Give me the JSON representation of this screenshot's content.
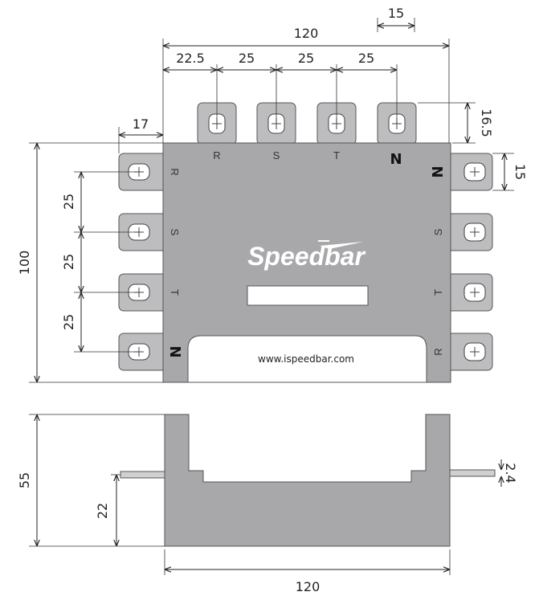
{
  "colors": {
    "body": "#a8a8aa",
    "lug": "#bdbdbf",
    "line": "#222222",
    "brand": "#ffffff"
  },
  "brand": {
    "name": "Speedbar",
    "url": "www.ispeedbar.com"
  },
  "top_view": {
    "top_terminals": [
      "R",
      "S",
      "T",
      "N"
    ],
    "left_terminals": [
      "R",
      "S",
      "T",
      "N"
    ],
    "right_terminals": [
      "N",
      "S",
      "T",
      "R"
    ],
    "dimensions": {
      "overall_width": "120",
      "lug_width": "15",
      "first_pitch": "22.5",
      "pitch_1": "25",
      "pitch_2": "25",
      "pitch_3": "25",
      "lug_projection_top": "16.5",
      "lug_projection_side": "17",
      "side_lug_width": "15",
      "overall_height": "100",
      "side_pitch_1": "25",
      "side_pitch_2": "25",
      "side_pitch_3": "25"
    }
  },
  "side_view": {
    "dimensions": {
      "height": "55",
      "terminal_height": "22",
      "terminal_thickness": "2.4",
      "width": "120"
    }
  }
}
